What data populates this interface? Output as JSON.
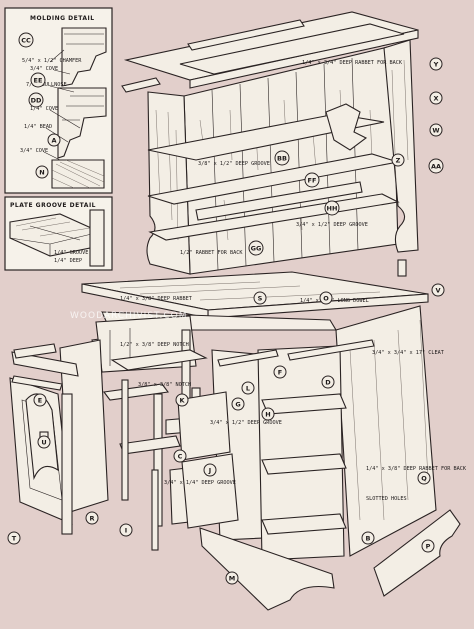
{
  "molding_detail": {
    "title": "MOLDING DETAIL",
    "labels": [
      "5/4\" x 1/2\" CHAMFER",
      "3/4\" COVE",
      "7/8\" BULLNOSE",
      "1/4\" COVE",
      "1/4\" BEAD",
      "3/4\" COVE"
    ]
  },
  "plate_groove_detail": {
    "title": "PLATE GROOVE DETAIL",
    "labels": [
      "1/4\" GROOVE",
      "1/4\" DEEP"
    ]
  },
  "hutch_labels": [
    "1/4\" x 3/4\" DEEP RABBET FOR BACK",
    "3/8\" x 1/2\" DEEP GROOVE",
    "3/4\" x 1/2\" DEEP GROOVE",
    "1/2\" RABBET FOR BACK"
  ],
  "base_labels": [
    "1/4\" x 3/8\" DEEP RABBET",
    "1/4\" x 3/8\" LONG DOWEL",
    "1/2\" x 3/8\" DEEP NOTCH",
    "3/4\" x 3/4\" x 17\" CLEAT",
    "3/8\" x 3/8\" NOTCH",
    "3/4\" x 1/2\" DEEP GROOVE",
    "3/4\" x 1/4\" DEEP GROOVE",
    "1/4\" x 3/8\" DEEP RABBET FOR BACK",
    "SLOTTED HOLES"
  ],
  "callouts": [
    "CC",
    "DD",
    "EE",
    "FF",
    "GG",
    "BB",
    "HH",
    "Z",
    "Y",
    "X",
    "W",
    "AA",
    "V",
    "A",
    "N",
    "O",
    "S",
    "Q",
    "R",
    "T",
    "U",
    "E",
    "F",
    "G",
    "H",
    "C",
    "K",
    "J",
    "L",
    "B",
    "D",
    "I",
    "M",
    "P"
  ],
  "watermark": "WOODARCHIVIST.COM"
}
